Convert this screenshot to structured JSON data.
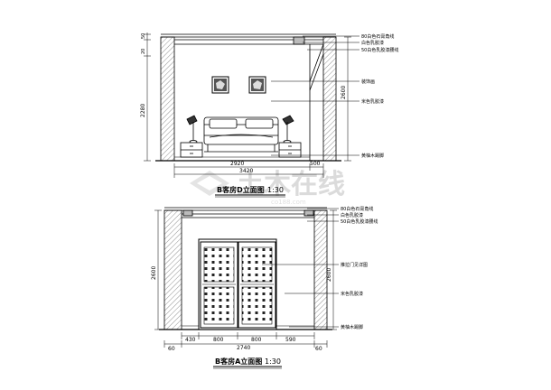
{
  "watermark": {
    "brand": "土木在线",
    "domain": "co188.com"
  },
  "elevation_d": {
    "title": "B客房D立面图",
    "scale": "1:30",
    "labels": {
      "l1": "80白色石膏角线",
      "l2": "白色乳胶漆",
      "l3": "50白色乳胶漆腰线",
      "l4": "装饰画",
      "l5": "米色乳胶漆",
      "l6": "黄柚木踢脚"
    },
    "dims": {
      "left_top": "50",
      "left_mid": "20",
      "left_height": "2280",
      "right_height": "2600",
      "width_main": "2920",
      "width_side": "500",
      "width_total": "3420"
    }
  },
  "elevation_a": {
    "title": "B客房A立面图",
    "scale": "1:30",
    "labels": {
      "l1": "80白色石膏角线",
      "l2": "白色乳胶漆",
      "l3": "50白色乳胶漆腰线",
      "l4": "推拉门见详图",
      "l5": "米色乳胶漆",
      "l6": "黄柚木踢脚"
    },
    "dims": {
      "left_height": "2600",
      "right_height": "2600",
      "seg1": "430",
      "seg2": "800",
      "seg3": "800",
      "seg4": "590",
      "seg_a": "60",
      "seg_total": "2740",
      "seg_b": "60"
    }
  }
}
